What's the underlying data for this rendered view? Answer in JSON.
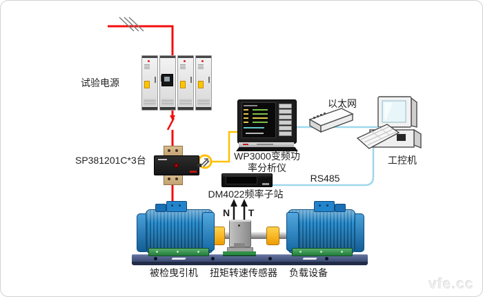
{
  "labels": {
    "power_supply": "试验电源",
    "sp_device": "SP381201C*3台",
    "analyzer_line1": "WP3000变频功",
    "analyzer_line2": "率分析仪",
    "ethernet": "以太网",
    "industrial_pc": "工控机",
    "rs485": "RS485",
    "dm_device": "DM4022频率子站",
    "speed_signal": "N",
    "torque_signal": "T",
    "left_machine": "被检曳引机",
    "sensor": "扭矩转速传感器",
    "right_machine": "负载设备"
  },
  "watermark": "vfe.cc",
  "colors": {
    "power_line": "#f40d0d",
    "measure_line": "#ffc000",
    "comm_line": "#9ed7ec",
    "arrow_black": "#151515",
    "motor_blue": "#2e8fd0",
    "rail_navy": "#3c4c77",
    "coupling_yellow": "#f7a800",
    "base_green": "#2f8f46",
    "cabinet_gray": "#e9e9e9"
  }
}
